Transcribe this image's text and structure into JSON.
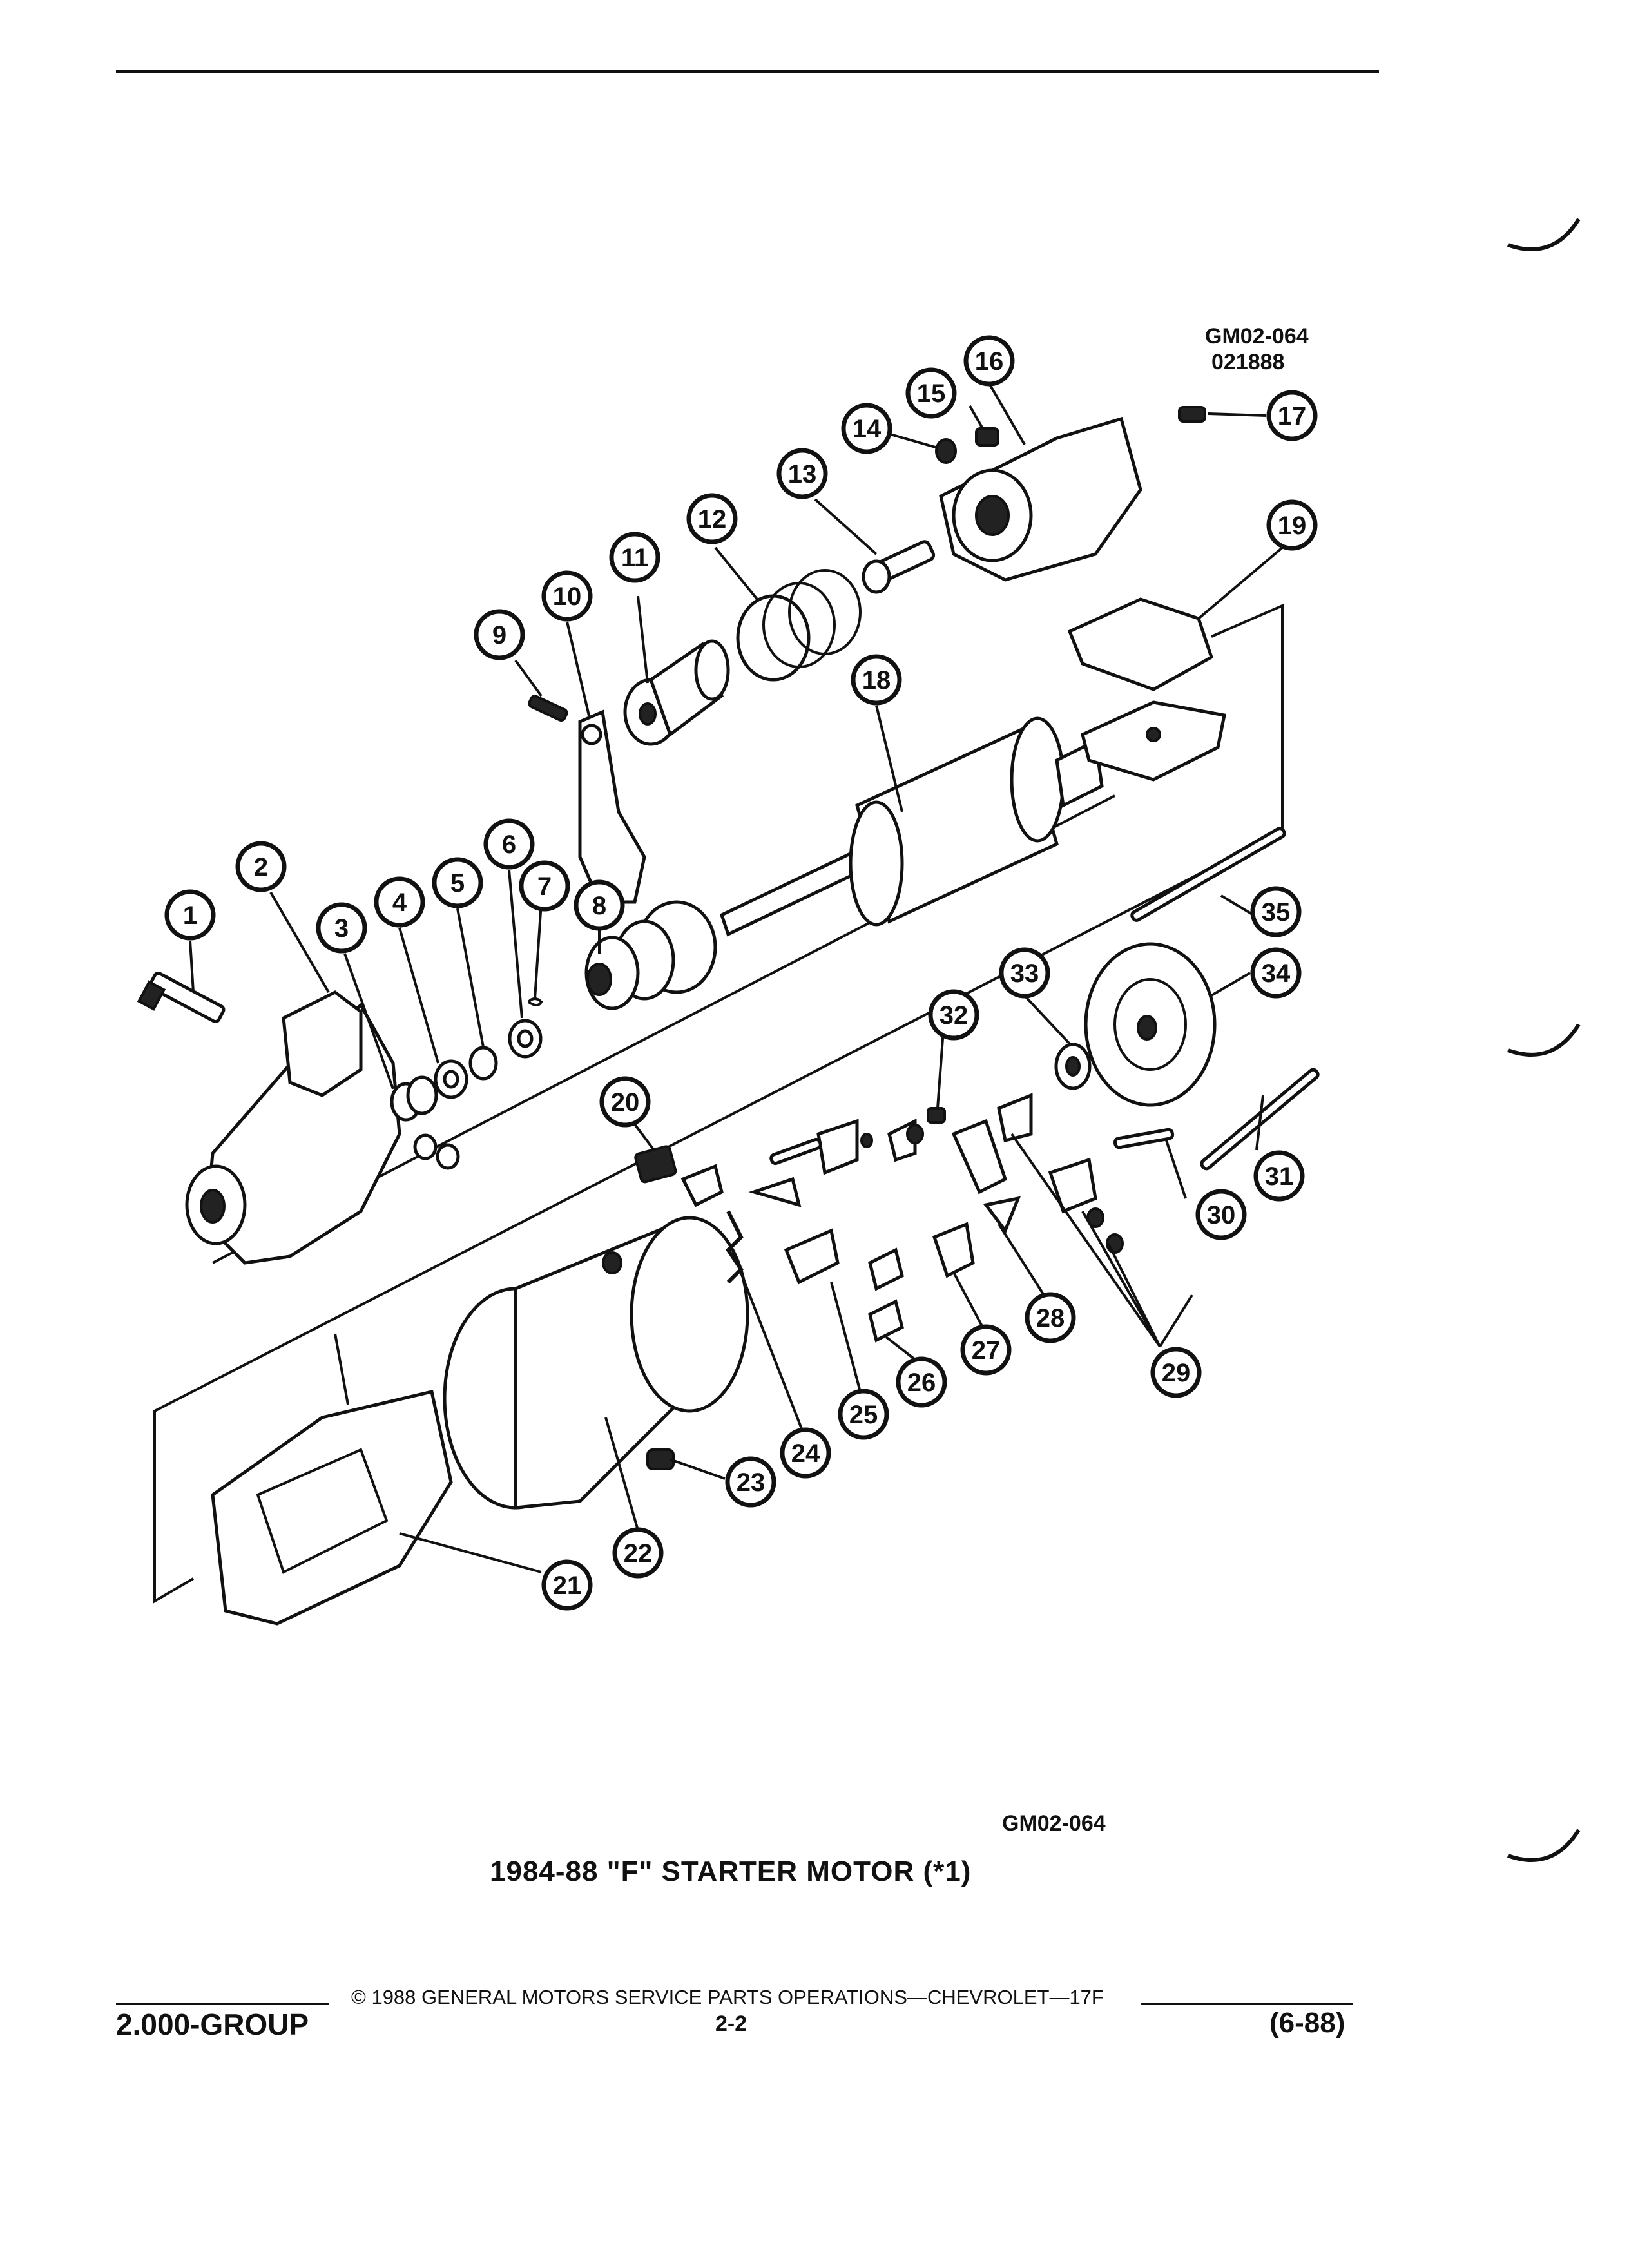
{
  "header": {
    "drawing_code": "GM02-064",
    "drawing_date": "021888"
  },
  "diagram": {
    "callouts": [
      {
        "id": "1",
        "label": "1"
      },
      {
        "id": "2",
        "label": "2"
      },
      {
        "id": "3",
        "label": "3"
      },
      {
        "id": "4",
        "label": "4"
      },
      {
        "id": "5",
        "label": "5"
      },
      {
        "id": "6",
        "label": "6"
      },
      {
        "id": "7",
        "label": "7"
      },
      {
        "id": "8",
        "label": "8"
      },
      {
        "id": "9",
        "label": "9"
      },
      {
        "id": "10",
        "label": "10"
      },
      {
        "id": "11",
        "label": "11"
      },
      {
        "id": "12",
        "label": "12"
      },
      {
        "id": "13",
        "label": "13"
      },
      {
        "id": "14",
        "label": "14"
      },
      {
        "id": "15",
        "label": "15"
      },
      {
        "id": "16",
        "label": "16"
      },
      {
        "id": "17",
        "label": "17"
      },
      {
        "id": "18",
        "label": "18"
      },
      {
        "id": "19",
        "label": "19"
      },
      {
        "id": "20",
        "label": "20"
      },
      {
        "id": "21",
        "label": "21"
      },
      {
        "id": "22",
        "label": "22"
      },
      {
        "id": "23",
        "label": "23"
      },
      {
        "id": "24",
        "label": "24"
      },
      {
        "id": "25",
        "label": "25"
      },
      {
        "id": "26",
        "label": "26"
      },
      {
        "id": "27",
        "label": "27"
      },
      {
        "id": "28",
        "label": "28"
      },
      {
        "id": "29",
        "label": "29"
      },
      {
        "id": "30",
        "label": "30"
      },
      {
        "id": "31",
        "label": "31"
      },
      {
        "id": "32",
        "label": "32"
      },
      {
        "id": "33",
        "label": "33"
      },
      {
        "id": "34",
        "label": "34"
      },
      {
        "id": "35",
        "label": "35"
      }
    ]
  },
  "caption": {
    "code": "GM02-064",
    "title": "1984-88 \"F\" STARTER MOTOR (*1)"
  },
  "footer": {
    "group": "2.000-GROUP",
    "copyright": "© 1988 GENERAL MOTORS SERVICE PARTS OPERATIONS—CHEVROLET—17F",
    "page": "2-2",
    "revision": "(6-88)"
  }
}
